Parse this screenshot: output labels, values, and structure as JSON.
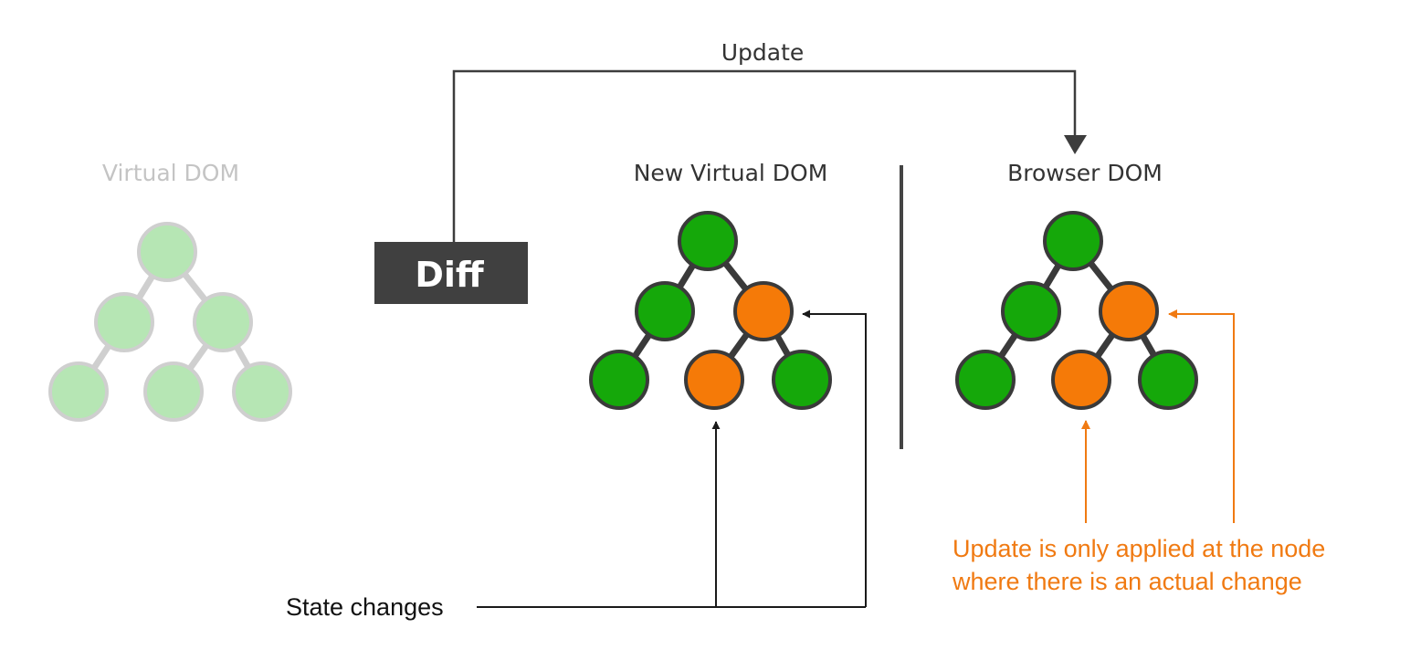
{
  "labels": {
    "update": "Update",
    "virtual_dom": "Virtual DOM",
    "new_virtual_dom": "New Virtual DOM",
    "browser_dom": "Browser DOM",
    "diff": "Diff",
    "state_changes": "State changes",
    "annotation_line1": "Update is only applied at the node",
    "annotation_line2": "where there is an actual change"
  },
  "colors": {
    "node_green": "#15a80a",
    "node_orange": "#f57a08",
    "node_faded": "#b6e6b4",
    "node_stroke": "#3a3a3a",
    "node_stroke_faded": "#cfcfcf",
    "diff_box": "#404040",
    "arrow": "#1a1a1a",
    "annotation": "#f07a12",
    "faded_text": "#c4c4c4",
    "text": "#333333"
  },
  "trees": {
    "virtual_dom": {
      "node_states": [
        "faded",
        "faded",
        "faded",
        "faded",
        "faded",
        "faded"
      ]
    },
    "new_virtual_dom": {
      "node_states": [
        "green",
        "green",
        "changed",
        "green",
        "changed",
        "green"
      ]
    },
    "browser_dom": {
      "node_states": [
        "green",
        "green",
        "changed",
        "green",
        "changed",
        "green"
      ]
    }
  }
}
